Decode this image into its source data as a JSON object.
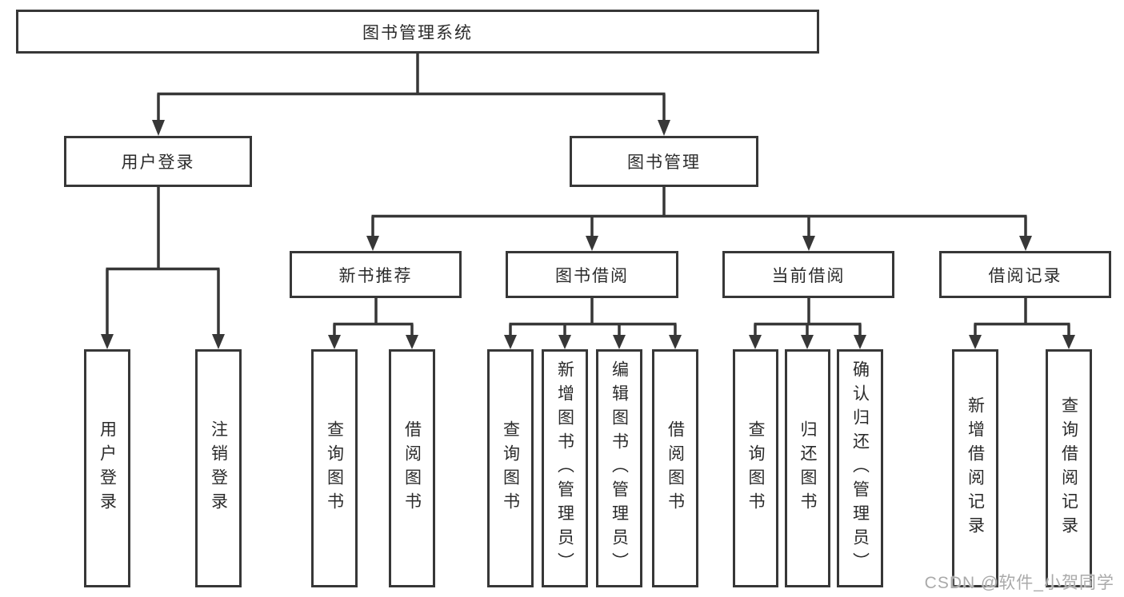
{
  "colors": {
    "background": "#ffffff",
    "line": "#373737",
    "box_border": "#373737",
    "text": "#2b2b2b",
    "watermark": "#aaaaaa"
  },
  "nodes": {
    "root": "图书管理系统",
    "user_login": "用户登录",
    "book_mgmt": "图书管理",
    "new_book_rec": "新书推荐",
    "book_borrow": "图书借阅",
    "current_borrow": "当前借阅",
    "borrow_records": "借阅记录",
    "leaf_user_login": "用户登录",
    "leaf_logout": "注销登录",
    "rec_query_books": "查询图书",
    "rec_borrow_books": "借阅图书",
    "bor_query_books": "查询图书",
    "bor_add_books": "新增图书（管理员）",
    "bor_edit_books": "编辑图书（管理员）",
    "bor_borrow_books": "借阅图书",
    "cur_query_books": "查询图书",
    "cur_return_books": "归还图书",
    "cur_confirm_return": "确认归还（管理员）",
    "brec_add_record": "新增借阅记录",
    "brec_query_record": "查询借阅记录"
  },
  "structure": {
    "root": "图书管理系统",
    "children": [
      {
        "label": "用户登录",
        "children": [
          "用户登录",
          "注销登录"
        ]
      },
      {
        "label": "图书管理",
        "children": [
          {
            "label": "新书推荐",
            "children": [
              "查询图书",
              "借阅图书"
            ]
          },
          {
            "label": "图书借阅",
            "children": [
              "查询图书",
              "新增图书（管理员）",
              "编辑图书（管理员）",
              "借阅图书"
            ]
          },
          {
            "label": "当前借阅",
            "children": [
              "查询图书",
              "归还图书",
              "确认归还（管理员）"
            ]
          },
          {
            "label": "借阅记录",
            "children": [
              "新增借阅记录",
              "查询借阅记录"
            ]
          }
        ]
      }
    ]
  },
  "watermark": "CSDN @软件_小贺同学"
}
